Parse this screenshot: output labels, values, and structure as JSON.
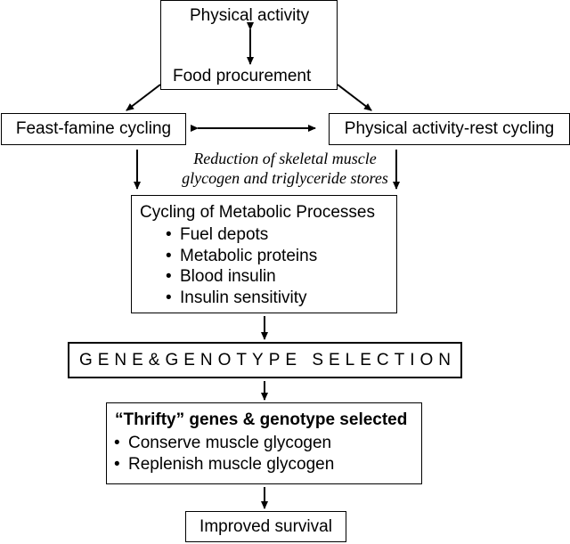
{
  "top_box": {
    "line1": "Physical activity",
    "line2": "Food procurement"
  },
  "left_box": {
    "label": "Feast-famine cycling"
  },
  "right_box": {
    "label": "Physical activity-rest cycling"
  },
  "reduction_note": {
    "line1": "Reduction of skeletal muscle",
    "line2": "glycogen and triglyceride stores"
  },
  "cycling_box": {
    "title": "Cycling of Metabolic Processes",
    "items": [
      "Fuel depots",
      "Metabolic proteins",
      "Blood insulin",
      "Insulin sensitivity"
    ]
  },
  "selection_box": {
    "label": "GENE&GENOTYPE SELECTION"
  },
  "thrifty_box": {
    "title": "“Thrifty” genes & genotype selected",
    "items": [
      "Conserve muscle glycogen",
      "Replenish muscle glycogen"
    ]
  },
  "survival_box": {
    "label": "Improved survival"
  }
}
